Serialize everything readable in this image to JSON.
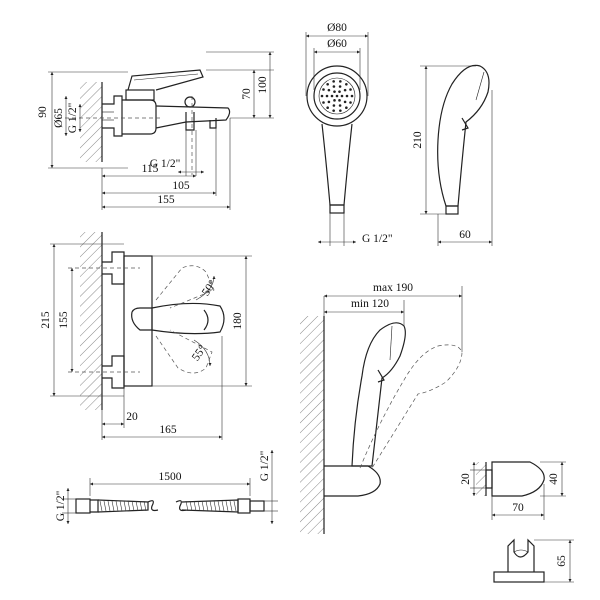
{
  "labels": {
    "d90": "90",
    "d65": "Ø65",
    "g12_front_v": "G 1/2\"",
    "d70": "70",
    "d100": "100",
    "g12_front_h": "G 1/2\"",
    "d115": "115",
    "d105": "105",
    "d155": "155",
    "dia80": "Ø80",
    "dia60": "Ø60",
    "g12_shower": "G 1/2\"",
    "d210": "210",
    "d60": "60",
    "d215": "215",
    "d155v": "155",
    "d180": "180",
    "a50": "50°",
    "a55": "55°",
    "d20_side": "20",
    "d165": "165",
    "max190": "max 190",
    "min120": "min 120",
    "g12_hose_l": "G 1/2\"",
    "d1500": "1500",
    "g12_hose_r": "G 1/2\"",
    "d20_holder": "20",
    "d40": "40",
    "d70_holder": "70",
    "d65_holder": "65"
  }
}
